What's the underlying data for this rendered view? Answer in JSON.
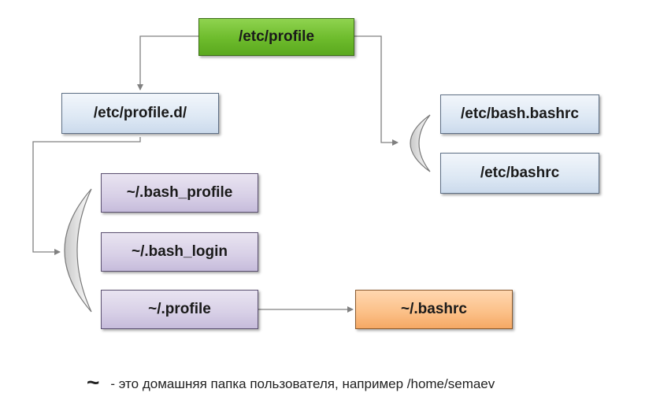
{
  "nodes": {
    "etc_profile": "/etc/profile",
    "etc_profile_d": "/etc/profile.d/",
    "etc_bash_bashrc": "/etc/bash.bashrc",
    "etc_bashrc": "/etc/bashrc",
    "bash_profile": "~/.bash_profile",
    "bash_login": "~/.bash_login",
    "profile": "~/.profile",
    "bashrc": "~/.bashrc"
  },
  "legend": {
    "symbol": "~",
    "text": "- это домашняя папка пользователя, например /home/semaev"
  },
  "colors": {
    "green": "#6dbb2c",
    "blue": "#dde8f4",
    "purple": "#d7cfe6",
    "orange": "#fbbf86",
    "line": "#808080"
  }
}
